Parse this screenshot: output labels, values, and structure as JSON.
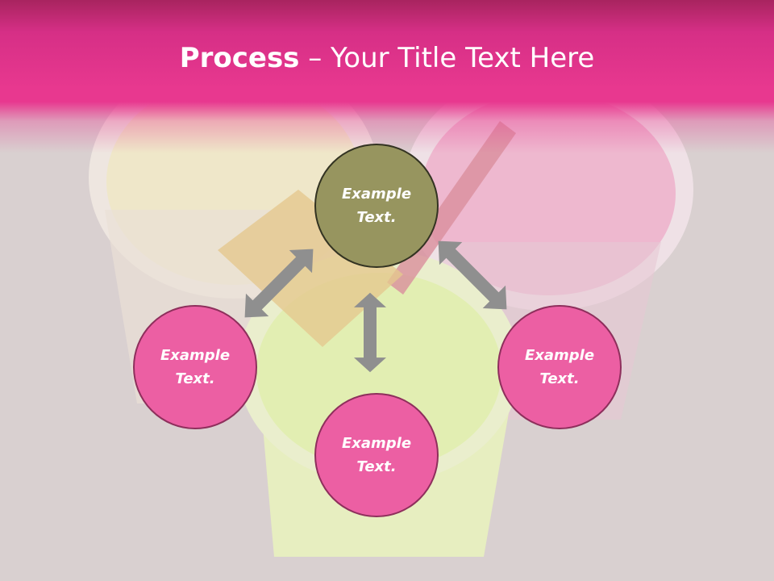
{
  "title": {
    "strong": "Process",
    "rest": " – Your Title Text Here"
  },
  "nodes": {
    "top": "Example Text.",
    "left": "Example Text.",
    "right": "Example Text.",
    "bottom": "Example Text."
  },
  "colors": {
    "header": "#e8388f",
    "node_top": "#97955f",
    "node_pink": "#ec5fa3",
    "arrow": "#8f8f8f"
  },
  "icons": {
    "connector": "double-arrow-icon"
  }
}
